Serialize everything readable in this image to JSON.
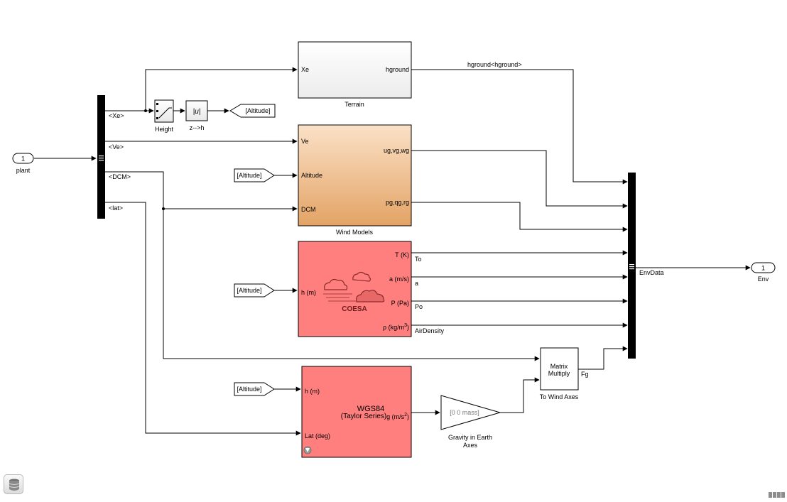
{
  "colors": {
    "terrain_fill": "#ececec",
    "wind_top": "#fbe1c7",
    "wind_bottom": "#e3a365",
    "coesa_fill": "#ff7f7f",
    "wgs_fill": "#ff7f7f",
    "bus_fill": "#000000",
    "cloud_stroke": "#8a2a2a"
  },
  "ports": {
    "inport": {
      "number": "1",
      "label": "plant"
    },
    "outport": {
      "number": "1",
      "label": "Env"
    }
  },
  "bus_selector": {
    "outputs": [
      "<Xe>",
      "<Ve>",
      "<DCM>",
      "<lat>"
    ]
  },
  "height_switch": {
    "label": "Height"
  },
  "abs_block": {
    "symbol": "|u|",
    "label": "z-->h"
  },
  "goto_altitude": {
    "text": "[Altitude]"
  },
  "from_tags": [
    "[Altitude]",
    "[Altitude]",
    "[Altitude]"
  ],
  "terrain": {
    "name": "Terrain",
    "in_port": "Xe",
    "out_port": "hground",
    "signal_label": "hground<hground>"
  },
  "wind_models": {
    "name": "Wind Models",
    "in_ports": [
      "Ve",
      "Altitude",
      "DCM"
    ],
    "out_ports": [
      "ug,vg,wg",
      "pg,qg,rg"
    ]
  },
  "coesa": {
    "name": "COESA",
    "in_port": "h (m)",
    "out_ports": [
      "T (K)",
      "a (m/s)",
      "P (Pa)",
      "ρ (kg/m"
    ],
    "rho_superscript": "3",
    "rho_close": ")",
    "signal_labels": [
      "To",
      "a",
      "Po",
      "AirDensity"
    ]
  },
  "wgs84": {
    "title_line1": "WGS84",
    "title_line2": "(Taylor Series)",
    "in_ports": [
      "h (m)",
      "Lat (deg)"
    ],
    "out_port": "g (m/s",
    "out_superscript": "2",
    "out_close": ")"
  },
  "gain": {
    "text": "[0 0 mass]",
    "label_line1": "Gravity in Earth",
    "label_line2": "Axes"
  },
  "matrix_multiply": {
    "text_line1": "Matrix",
    "text_line2": "Multiply",
    "label": "To Wind Axes",
    "signal_label": "Fg"
  },
  "bus_creator": {
    "signal_label": "EnvData"
  }
}
